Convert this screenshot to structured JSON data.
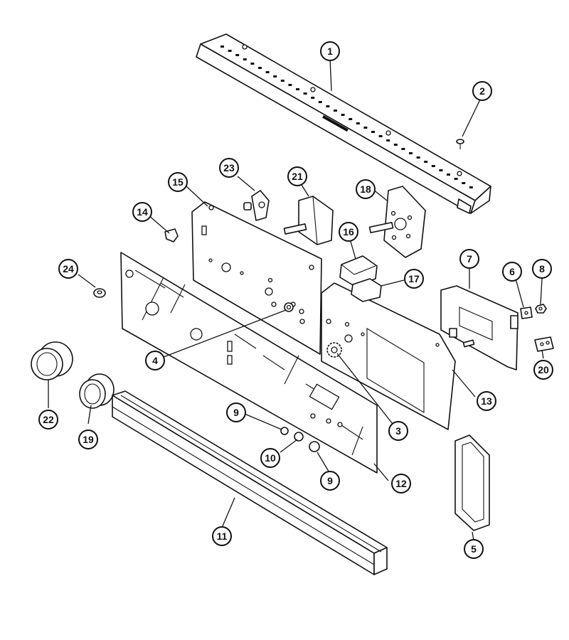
{
  "diagram": {
    "callouts": [
      {
        "id": "c1",
        "label": "1"
      },
      {
        "id": "c2",
        "label": "2"
      },
      {
        "id": "c3",
        "label": "3"
      },
      {
        "id": "c4",
        "label": "4"
      },
      {
        "id": "c5",
        "label": "5"
      },
      {
        "id": "c6",
        "label": "6"
      },
      {
        "id": "c7",
        "label": "7"
      },
      {
        "id": "c8",
        "label": "8"
      },
      {
        "id": "c9a",
        "label": "9"
      },
      {
        "id": "c9b",
        "label": "9"
      },
      {
        "id": "c10",
        "label": "10"
      },
      {
        "id": "c11",
        "label": "11"
      },
      {
        "id": "c12",
        "label": "12"
      },
      {
        "id": "c13",
        "label": "13"
      },
      {
        "id": "c14",
        "label": "14"
      },
      {
        "id": "c15",
        "label": "15"
      },
      {
        "id": "c16",
        "label": "16"
      },
      {
        "id": "c17",
        "label": "17"
      },
      {
        "id": "c18",
        "label": "18"
      },
      {
        "id": "c19",
        "label": "19"
      },
      {
        "id": "c20",
        "label": "20"
      },
      {
        "id": "c21",
        "label": "21"
      },
      {
        "id": "c22",
        "label": "22"
      },
      {
        "id": "c23",
        "label": "23"
      },
      {
        "id": "c24",
        "label": "24"
      }
    ]
  }
}
